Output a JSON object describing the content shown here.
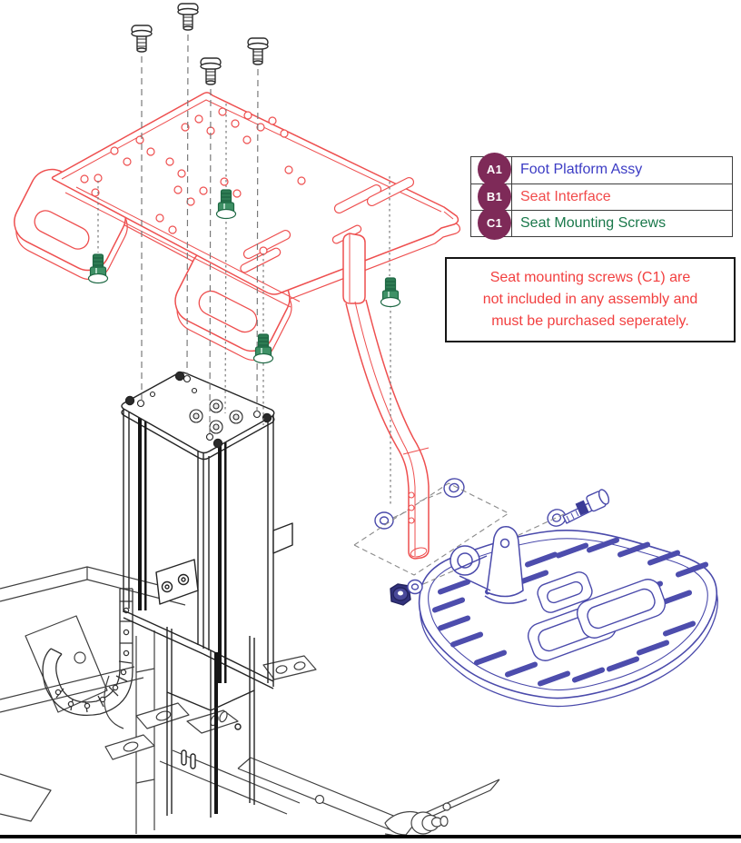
{
  "legend": {
    "badge_color": "#7e2a58",
    "border_color": "#3d3d3d",
    "rows": [
      {
        "id": "A1",
        "label": "Foot Platform Assy",
        "color": "#3b3bc4"
      },
      {
        "id": "B1",
        "label": "Seat Interface",
        "color": "#f14a4a"
      },
      {
        "id": "C1",
        "label": "Seat Mounting Screws",
        "color": "#19784a"
      }
    ]
  },
  "note": {
    "text_color": "#f23f3f",
    "border_color": "#151515",
    "lines": [
      "Seat mounting screws (C1) are",
      "not included in any assembly and",
      "must be purchased seperately."
    ]
  },
  "diagram": {
    "type": "exploded-parts-drawing",
    "parts": [
      {
        "ref": "A1",
        "name": "foot-platform-assembly",
        "color": "#4a4aab"
      },
      {
        "ref": "B1",
        "name": "seat-interface-plate-and-arm",
        "color": "#ee4f4f"
      },
      {
        "ref": "C1",
        "name": "seat-mounting-screws",
        "color": "#3f9166"
      },
      {
        "ref": "",
        "name": "lift-column",
        "color": "#242424"
      },
      {
        "ref": "",
        "name": "base-frame-with-cable-chain",
        "color": "#3f3f3f"
      }
    ]
  }
}
